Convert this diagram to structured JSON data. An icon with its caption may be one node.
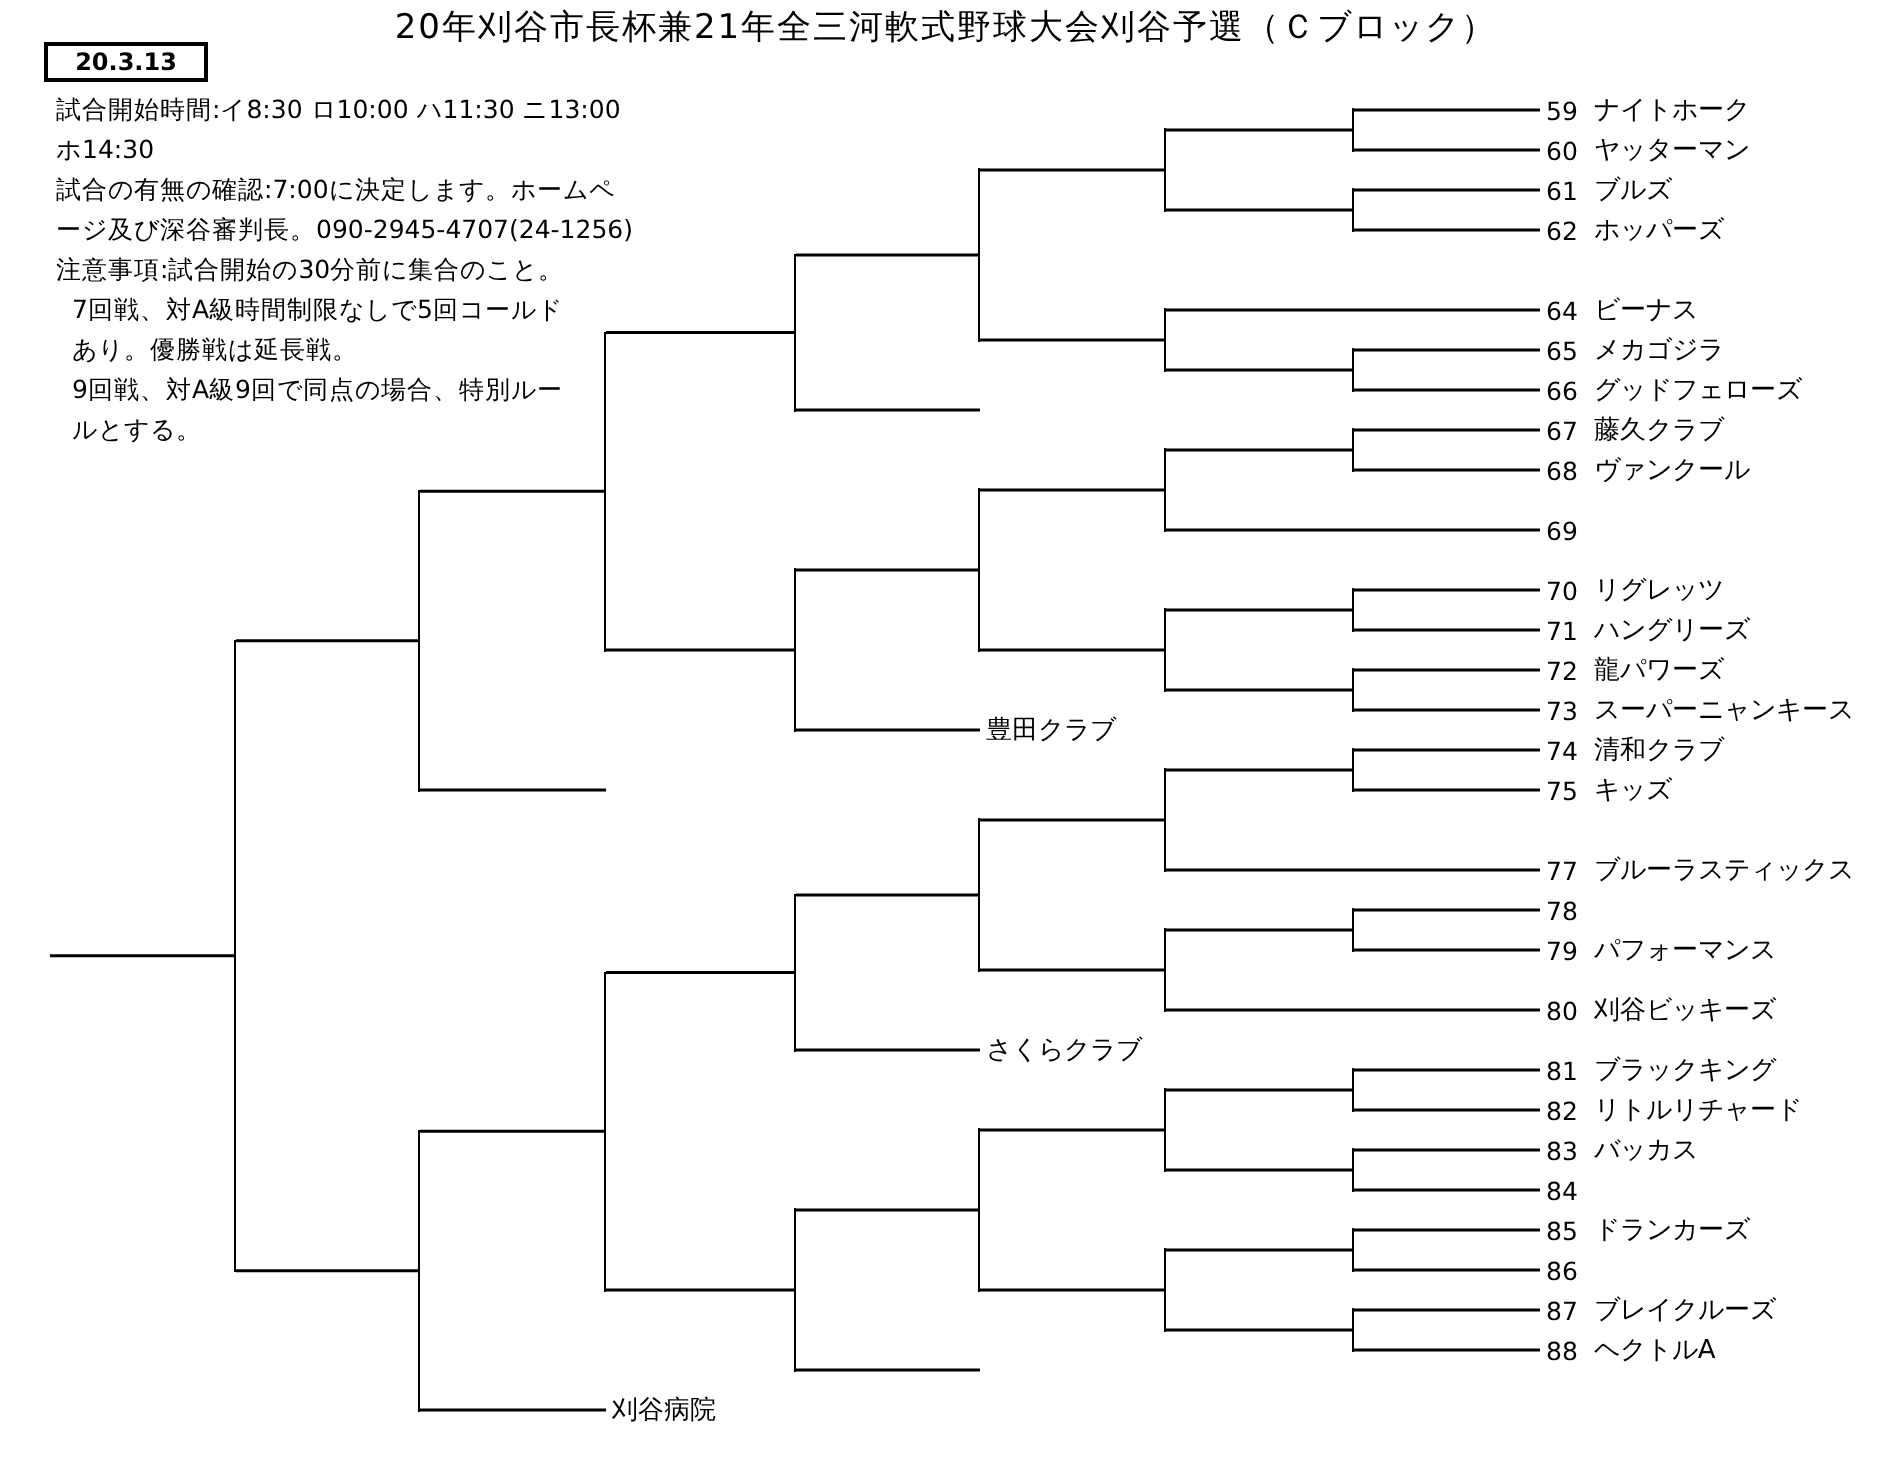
{
  "diagram": {
    "title": "20年刈谷市長杯兼21年全三河軟式野球大会刈谷予選（Ｃブロック）",
    "nodes": [
      {
        "text": [
          "59",
          "ナイトホーク"
        ]
      },
      {
        "text": [
          "60",
          "ヤッターマン"
        ]
      },
      {
        "text": [
          "61",
          "ブルズ"
        ]
      },
      {
        "text": [
          "62",
          "ホッパーズ"
        ]
      },
      {
        "text": [
          "64",
          "ビーナス"
        ]
      },
      {
        "text": [
          "65",
          "メカゴジラ"
        ]
      },
      {
        "text": [
          "66",
          "グッドフェローズ"
        ]
      },
      {
        "text": [
          "67",
          "藤久クラブ"
        ]
      },
      {
        "text": [
          "68",
          "ヴァンクール"
        ]
      },
      {
        "text": [
          "69"
        ]
      },
      {
        "text": [
          "70",
          "リグレッツ"
        ]
      },
      {
        "text": [
          "71",
          "ハングリーズ"
        ]
      },
      {
        "text": [
          "72",
          "龍パワーズ"
        ]
      },
      {
        "text": [
          "73",
          "スーパーニャンキース"
        ]
      },
      {
        "text": [
          "74",
          "清和クラブ"
        ]
      },
      {
        "text": [
          "75",
          "キッズ"
        ]
      },
      {
        "text": [
          "77",
          "ブルーラスティックス"
        ]
      },
      {
        "text": [
          "78"
        ]
      },
      {
        "text": [
          "79",
          "パフォーマンス"
        ]
      },
      {
        "text": [
          "80",
          "刈谷ビッキーズ"
        ]
      },
      {
        "text": [
          "81",
          "ブラックキング"
        ]
      },
      {
        "text": [
          "82",
          "リトルリチャード"
        ]
      },
      {
        "text": [
          "83",
          "バッカス"
        ]
      },
      {
        "text": [
          "84"
        ]
      },
      {
        "text": [
          "85",
          "ドランカーズ"
        ]
      },
      {
        "text": [
          "86"
        ]
      },
      {
        "text": [
          "87",
          "ブレイクルーズ"
        ]
      },
      {
        "text": [
          "88",
          "ヘクトルA"
        ]
      },
      {
        "text": [
          "豊田クラブ"
        ]
      },
      {
        "text": [
          "さくらクラブ"
        ]
      },
      {
        "text": [
          "刈谷病院"
        ]
      },
      {
        "text": [],
        "shape": "bar"
      },
      {
        "text": [],
        "shape": "bar"
      },
      {
        "text": [],
        "shape": "bar"
      },
      {
        "text": [],
        "shape": "bar"
      },
      {
        "text": [],
        "shape": "bar"
      },
      {
        "text": [],
        "shape": "bar"
      },
      {
        "text": [],
        "shape": "bar"
      },
      {
        "text": [],
        "shape": "bar"
      },
      {
        "text": [],
        "shape": "bar"
      },
      {
        "text": [],
        "shape": "bar"
      },
      {
        "text": [],
        "shape": "bar"
      },
      {
        "text": [],
        "shape": "bar"
      },
      {
        "text": [],
        "shape": "bar"
      },
      {
        "text": [],
        "shape": "bar"
      },
      {
        "text": [],
        "shape": "bar"
      },
      {
        "text": [],
        "shape": "bar"
      },
      {
        "text": [],
        "shape": "bar"
      },
      {
        "text": [],
        "shape": "bar"
      },
      {
        "text": [],
        "shape": "bar"
      },
      {
        "text": [],
        "shape": "bar"
      },
      {
        "text": [],
        "shape": "bar"
      },
      {
        "text": [],
        "shape": "bar"
      },
      {
        "text": [],
        "shape": "bar"
      },
      {
        "text": [],
        "shape": "bar"
      },
      {
        "text": [],
        "shape": "bar"
      },
      {
        "text": [],
        "shape": "bar"
      },
      {
        "text": [],
        "shape": "bar"
      },
      {
        "text": [],
        "shape": "bar"
      },
      {
        "text": [],
        "shape": "bar"
      },
      {
        "text": [],
        "shape": "bar"
      },
      {
        "text": [],
        "shape": "bar"
      },
      {
        "text": [],
        "shape": "bar"
      },
      {
        "text": [],
        "shape": "bar"
      }
    ],
    "edges": [
      {
        "from": 0,
        "to": 52,
        "arrow": "none"
      },
      {
        "from": 1,
        "to": 52,
        "arrow": "none"
      },
      {
        "from": 2,
        "to": 53,
        "arrow": "none"
      },
      {
        "from": 3,
        "to": 53,
        "arrow": "none"
      },
      {
        "from": 5,
        "to": 54,
        "arrow": "none"
      },
      {
        "from": 6,
        "to": 54,
        "arrow": "none"
      },
      {
        "from": 7,
        "to": 55,
        "arrow": "none"
      },
      {
        "from": 8,
        "to": 55,
        "arrow": "none"
      },
      {
        "from": 10,
        "to": 56,
        "arrow": "none"
      },
      {
        "from": 11,
        "to": 56,
        "arrow": "none"
      },
      {
        "from": 12,
        "to": 57,
        "arrow": "none"
      },
      {
        "from": 13,
        "to": 57,
        "arrow": "none"
      },
      {
        "from": 14,
        "to": 58,
        "arrow": "none"
      },
      {
        "from": 15,
        "to": 58,
        "arrow": "none"
      },
      {
        "from": 17,
        "to": 59,
        "arrow": "none"
      },
      {
        "from": 18,
        "to": 59,
        "arrow": "none"
      },
      {
        "from": 20,
        "to": 60,
        "arrow": "none"
      },
      {
        "from": 21,
        "to": 60,
        "arrow": "none"
      },
      {
        "from": 22,
        "to": 61,
        "arrow": "none"
      },
      {
        "from": 23,
        "to": 61,
        "arrow": "none"
      },
      {
        "from": 24,
        "to": 62,
        "arrow": "none"
      },
      {
        "from": 25,
        "to": 62,
        "arrow": "none"
      },
      {
        "from": 26,
        "to": 63,
        "arrow": "none"
      },
      {
        "from": 27,
        "to": 63,
        "arrow": "none"
      },
      {
        "from": 52,
        "to": 44,
        "arrow": "none"
      },
      {
        "from": 53,
        "to": 44,
        "arrow": "none"
      },
      {
        "from": 4,
        "to": 45,
        "arrow": "none"
      },
      {
        "from": 54,
        "to": 45,
        "arrow": "none"
      },
      {
        "from": 55,
        "to": 46,
        "arrow": "none"
      },
      {
        "from": 9,
        "to": 46,
        "arrow": "none"
      },
      {
        "from": 56,
        "to": 47,
        "arrow": "none"
      },
      {
        "from": 57,
        "to": 47,
        "arrow": "none"
      },
      {
        "from": 58,
        "to": 48,
        "arrow": "none"
      },
      {
        "from": 16,
        "to": 48,
        "arrow": "none"
      },
      {
        "from": 59,
        "to": 49,
        "arrow": "none"
      },
      {
        "from": 19,
        "to": 49,
        "arrow": "none"
      },
      {
        "from": 60,
        "to": 50,
        "arrow": "none"
      },
      {
        "from": 61,
        "to": 50,
        "arrow": "none"
      },
      {
        "from": 62,
        "to": 51,
        "arrow": "none"
      },
      {
        "from": 63,
        "to": 51,
        "arrow": "none"
      },
      {
        "from": 44,
        "to": 40,
        "arrow": "none"
      },
      {
        "from": 45,
        "to": 40,
        "arrow": "none"
      },
      {
        "from": 46,
        "to": 41,
        "arrow": "none"
      },
      {
        "from": 47,
        "to": 41,
        "arrow": "none"
      },
      {
        "from": 48,
        "to": 42,
        "arrow": "none"
      },
      {
        "from": 49,
        "to": 42,
        "arrow": "none"
      },
      {
        "from": 50,
        "to": 43,
        "arrow": "none"
      },
      {
        "from": 51,
        "to": 43,
        "arrow": "none"
      },
      {
        "from": 40,
        "to": 36,
        "arrow": "none"
      },
      {
        "from": null,
        "to": 36,
        "arrow": "none"
      },
      {
        "from": 41,
        "to": 37,
        "arrow": "none"
      },
      {
        "from": 28,
        "to": 37,
        "arrow": "none"
      },
      {
        "from": 42,
        "to": 38,
        "arrow": "none"
      },
      {
        "from": 29,
        "to": 38,
        "arrow": "none"
      },
      {
        "from": 43,
        "to": 39,
        "arrow": "none"
      },
      {
        "from": null,
        "to": 39,
        "arrow": "none"
      },
      {
        "from": 36,
        "to": 34,
        "arrow": "none"
      },
      {
        "from": 37,
        "to": 34,
        "arrow": "none"
      },
      {
        "from": 38,
        "to": 35,
        "arrow": "none"
      },
      {
        "from": 39,
        "to": 35,
        "arrow": "none"
      },
      {
        "from": 34,
        "to": 32,
        "arrow": "none"
      },
      {
        "from": null,
        "to": 32,
        "arrow": "none"
      },
      {
        "from": 35,
        "to": 33,
        "arrow": "none"
      },
      {
        "from": 30,
        "to": 33,
        "arrow": "none"
      },
      {
        "from": 32,
        "to": 31,
        "arrow": "none"
      },
      {
        "from": 33,
        "to": 31,
        "arrow": "none"
      },
      {
        "from": 31,
        "to": null,
        "arrow": "none"
      }
    ],
    "labels": [
      "20.3.13",
      "試合開始時間:イ8:30 ロ10:00 ハ11:30 ニ13:00 ホ14:30",
      "試合の有無の確認:7:00に決定します。ホームページ及び深谷審判長。090-2945-4707(24-1256)",
      "注意事項:試合開始の30分前に集合のこと。",
      "7回戦、対A級時間制限なしで5回コールドあり。優勝戦は延長戦。",
      "9回戦、対A級9回で同点の場合、特別ルールとする。"
    ]
  }
}
